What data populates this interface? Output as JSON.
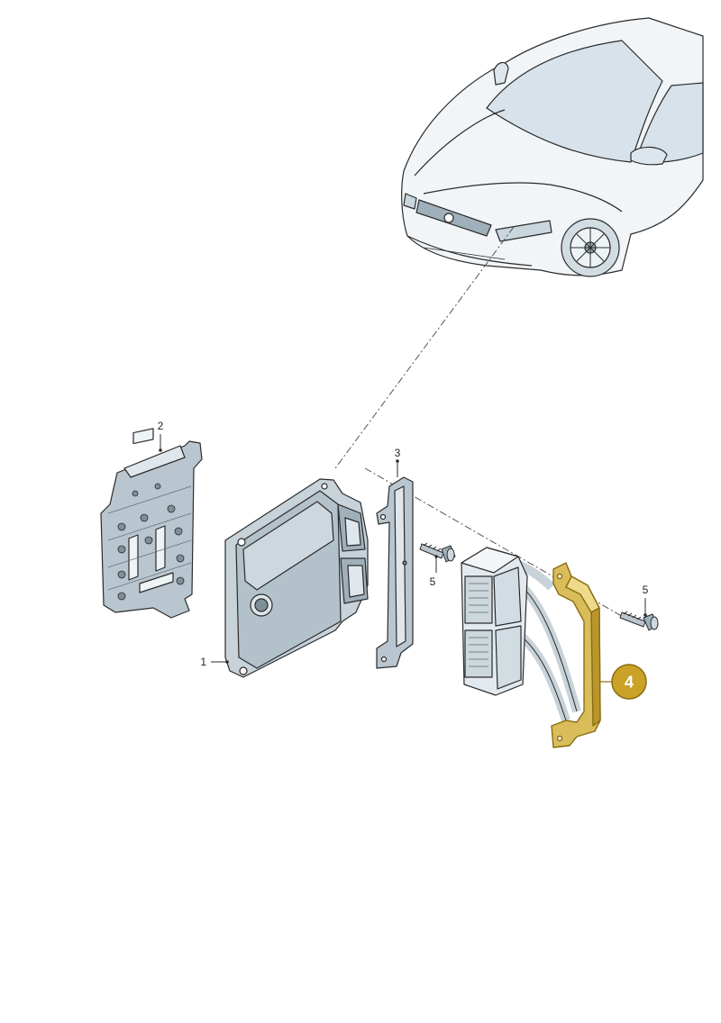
{
  "colors": {
    "background": "#ffffff",
    "line": "#2b2b2b",
    "part_fill": "#b9c6cf",
    "part_light": "#dfe7ec",
    "part_dark": "#7f8f99",
    "highlight": "#c9a227",
    "highlight_dark": "#8a6d12"
  },
  "callouts": {
    "c1": "1",
    "c2": "2",
    "c3": "3",
    "c5a": "5",
    "c5b": "5",
    "c4": "4"
  },
  "icons": {
    "badge": "highlight-badge",
    "car": "car-front-view",
    "screw": "screw-icon"
  }
}
